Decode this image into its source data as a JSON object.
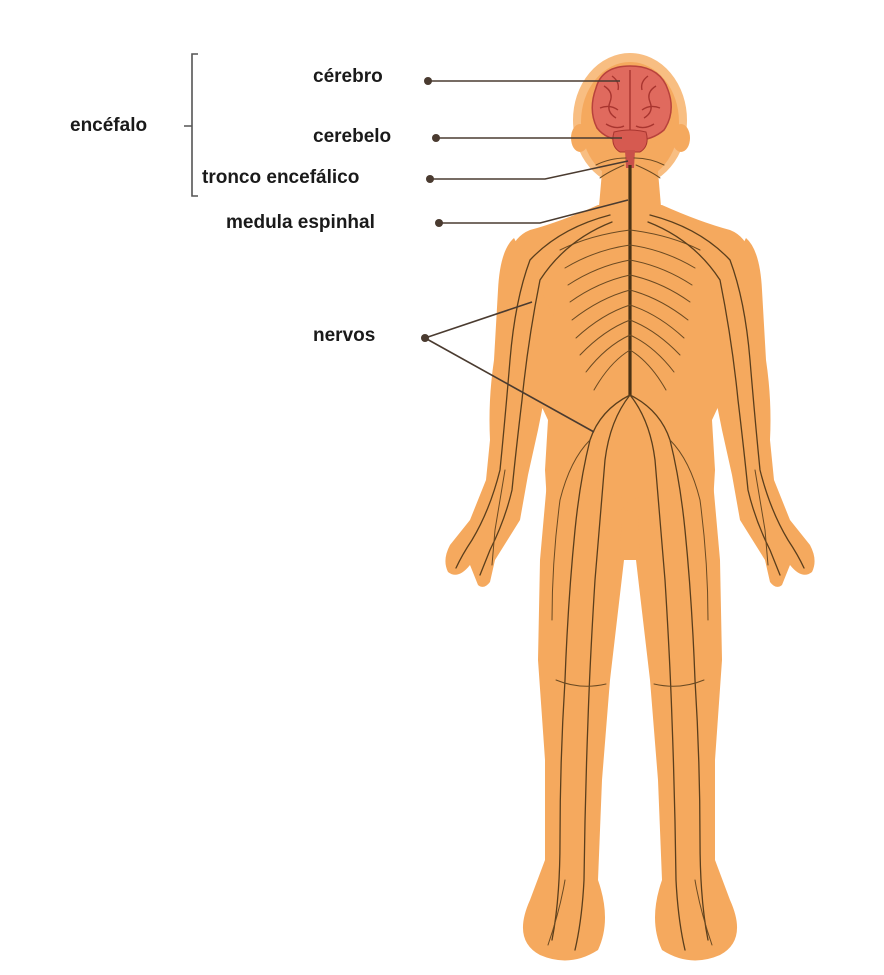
{
  "labels": {
    "group": "encéfalo",
    "cerebro": "cérebro",
    "cerebelo": "cerebelo",
    "tronco": "tronco encefálico",
    "medula": "medula espinhal",
    "nervos": "nervos"
  },
  "colors": {
    "skin": "#F5A95E",
    "skin_outline": "#F8B977",
    "brain": "#E06A5E",
    "brain_dark": "#B8423C",
    "nerve": "#5A3E1C",
    "leader": "#4A3B30"
  }
}
